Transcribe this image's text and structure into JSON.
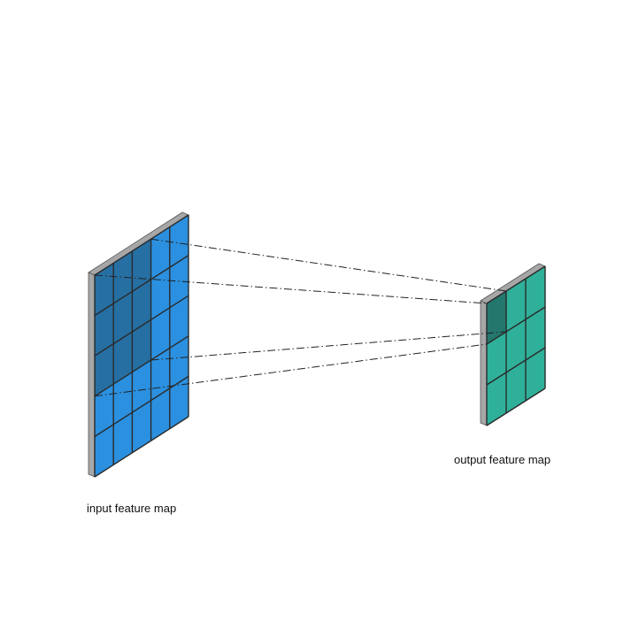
{
  "labels": {
    "input_map": "input  feature map",
    "output_map": "output  feature map"
  },
  "input_map": {
    "rows": 5,
    "cols": 5,
    "receptive_field": {
      "rows": 3,
      "cols": 3,
      "row_start": 0,
      "col_start": 0
    }
  },
  "output_map": {
    "rows": 3,
    "cols": 3,
    "highlighted_cell": {
      "row": 0,
      "col": 0
    }
  },
  "colors": {
    "input_face": "#2b90e0",
    "input_highlight": "#266fa3",
    "output_face": "#2fb09a",
    "output_highlight": "#24776d",
    "edge_gray": "#a7a7a7",
    "grid_line": "#2a2a2a"
  }
}
